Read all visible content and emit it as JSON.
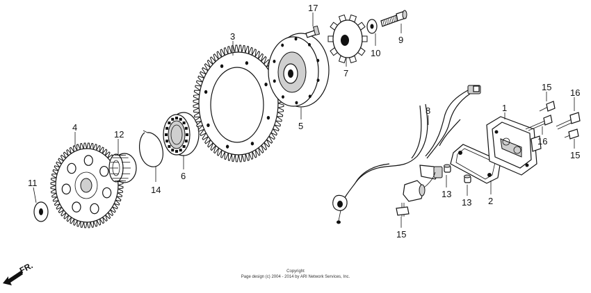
{
  "diagram": {
    "callouts": {
      "c1": "1",
      "c2": "2",
      "c3": "3",
      "c4": "4",
      "c5": "5",
      "c6": "6",
      "c7": "7",
      "c8": "8",
      "c9": "9",
      "c10": "10",
      "c11": "11",
      "c12": "12",
      "c13a": "13",
      "c13b": "13",
      "c14": "14",
      "c15a": "15",
      "c15b": "15",
      "c15c": "15",
      "c16a": "16",
      "c16b": "16",
      "c17": "17"
    },
    "direction_label": "FR.",
    "copyright_line1": "Copyright",
    "copyright_line2": "Page design (c) 2004 - 2014 by ARI Network Services, Inc."
  }
}
